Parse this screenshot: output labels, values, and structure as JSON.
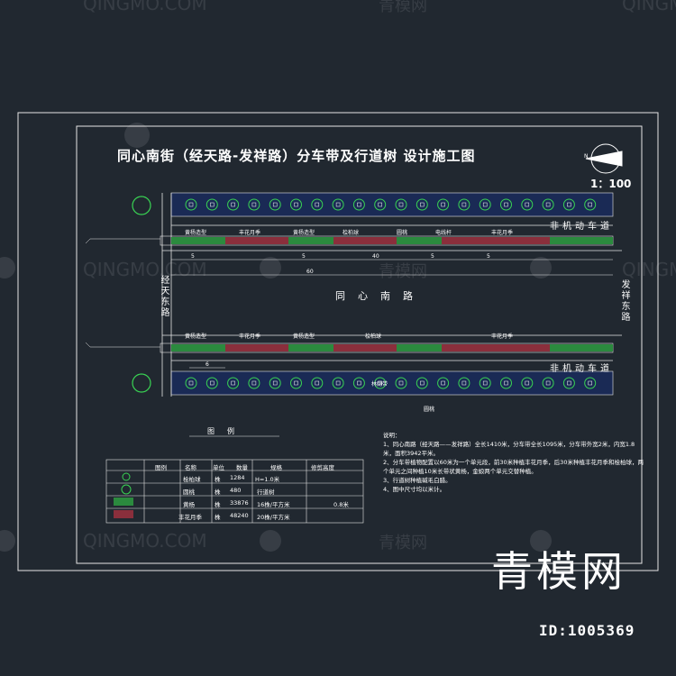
{
  "drawing": {
    "title": "同心南街（经天路-发祥路）分车带及行道树 设计施工图",
    "scale": "1：100",
    "north_symbol_label": "N",
    "road_main": "同心南路",
    "road_left": "经天东路",
    "road_right": "发祥东路",
    "lane_top": "非机动车道",
    "lane_bottom": "非机动车道",
    "top_strip_labels": [
      "黄杨造型",
      "丰花月季",
      "黄杨造型",
      "桧柏球",
      "圆桃",
      "电线杆",
      "丰花月季"
    ],
    "bottom_strip_labels": [
      "黄杨造型",
      "丰花月季",
      "黄杨造型",
      "桧柏球",
      "丰花月季"
    ],
    "bottom_tree_label": "林荫带",
    "tree_caption": "圆桃",
    "dims_top": [
      "5",
      "5",
      "40",
      "5",
      "5"
    ],
    "dim_left": "60",
    "dim_bottom": "6"
  },
  "legend": {
    "title": "图例",
    "headers": [
      "图例",
      "名称",
      "单位",
      "数量",
      "规格",
      "修剪高度"
    ],
    "rows": [
      {
        "name": "桧柏球",
        "unit": "株",
        "qty": "1284",
        "spec": "H=1.0米",
        "height": ""
      },
      {
        "name": "圆桃",
        "unit": "株",
        "qty": "480",
        "spec": "",
        "height": "行道树"
      },
      {
        "name": "黄杨",
        "unit": "株",
        "qty": "33876",
        "spec": "16株/平方米",
        "height": "0.8米"
      },
      {
        "name": "丰花月季",
        "unit": "株",
        "qty": "48240",
        "spec": "20株/平方米",
        "height": ""
      }
    ]
  },
  "notes": {
    "heading": "说明：",
    "items": [
      "1、同心南路（经天路——发祥路）全长1410米，分车带全长1095米，分车带外宽2米，内宽1.8米，面积3942平米。",
      "2、分车带植物配置以60米为一个单元段，前30米种植丰花月季，后30米种植丰花月季和桧柏球，两个单元之间种植10米长带状黄杨，金娘两个单元交替种植。",
      "3、行道树种植碱毛白腊。",
      "4、图中尺寸均以米计。"
    ]
  },
  "watermarks": {
    "latin": "QINGMO.COM",
    "chinese": "青模网",
    "brand": "青模网",
    "id": "ID:1005369"
  },
  "colors": {
    "background": "#212830",
    "strip_green": "#2b8a3e",
    "strip_red": "#8a2f3c",
    "tree_green": "#39d353",
    "line_white": "#e6e6e6"
  }
}
